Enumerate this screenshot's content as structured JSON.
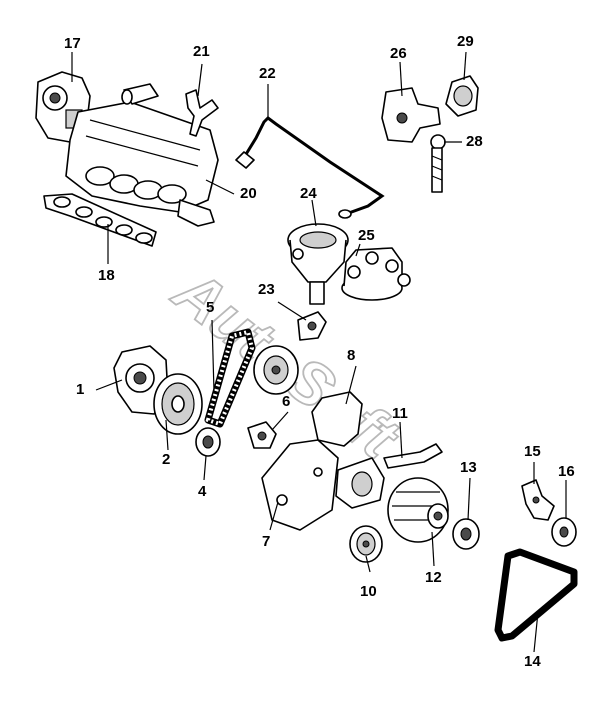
{
  "diagram": {
    "watermark": "AutoSoft",
    "callouts": [
      {
        "id": "1",
        "label": "1"
      },
      {
        "id": "2",
        "label": "2"
      },
      {
        "id": "4",
        "label": "4"
      },
      {
        "id": "5",
        "label": "5"
      },
      {
        "id": "6",
        "label": "6"
      },
      {
        "id": "7",
        "label": "7"
      },
      {
        "id": "8",
        "label": "8"
      },
      {
        "id": "10",
        "label": "10"
      },
      {
        "id": "11",
        "label": "11"
      },
      {
        "id": "12",
        "label": "12"
      },
      {
        "id": "13",
        "label": "13"
      },
      {
        "id": "14",
        "label": "14"
      },
      {
        "id": "15",
        "label": "15"
      },
      {
        "id": "16",
        "label": "16"
      },
      {
        "id": "17",
        "label": "17"
      },
      {
        "id": "18",
        "label": "18"
      },
      {
        "id": "20",
        "label": "20"
      },
      {
        "id": "21",
        "label": "21"
      },
      {
        "id": "22",
        "label": "22"
      },
      {
        "id": "23",
        "label": "23"
      },
      {
        "id": "24",
        "label": "24"
      },
      {
        "id": "25",
        "label": "25"
      },
      {
        "id": "26",
        "label": "26"
      },
      {
        "id": "28",
        "label": "28"
      },
      {
        "id": "29",
        "label": "29"
      }
    ]
  }
}
